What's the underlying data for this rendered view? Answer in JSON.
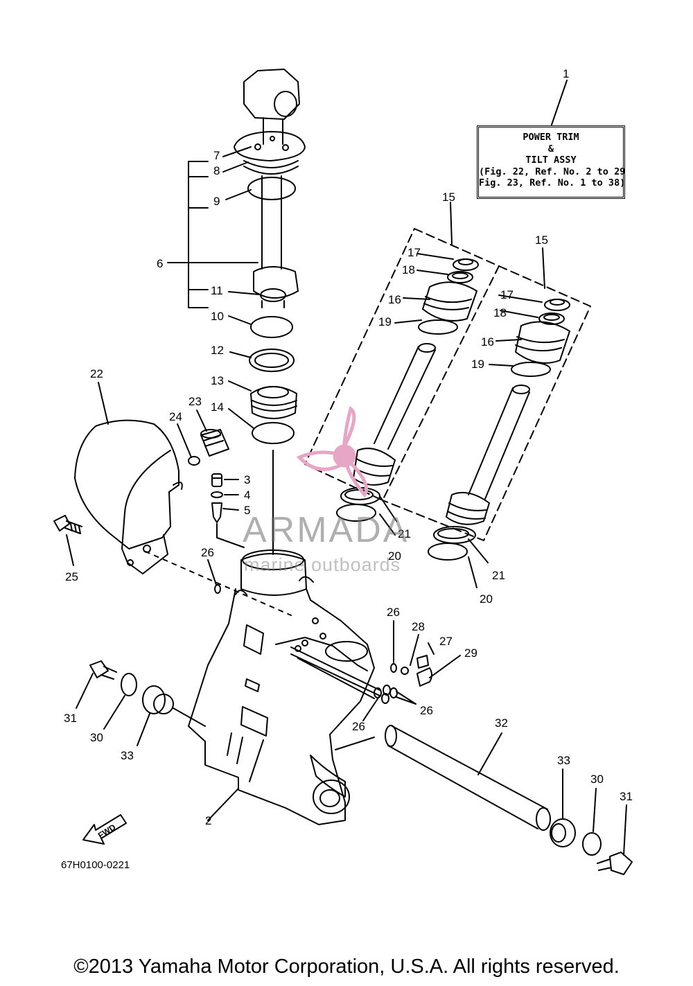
{
  "assy_box": {
    "line1": "POWER TRIM",
    "line2": "&",
    "line3": "TILT ASSY",
    "line4": "(Fig. 22, Ref. No. 2 to 29",
    "line5": "Fig. 23, Ref. No. 1 to 38)"
  },
  "callouts": {
    "c1": "1",
    "c2": "2",
    "c3": "3",
    "c4": "4",
    "c5": "5",
    "c6": "6",
    "c7": "7",
    "c8": "8",
    "c9": "9",
    "c10": "10",
    "c11": "11",
    "c12": "12",
    "c13": "13",
    "c14": "14",
    "c15a": "15",
    "c15b": "15",
    "c16a": "16",
    "c16b": "16",
    "c17a": "17",
    "c17b": "17",
    "c18a": "18",
    "c18b": "18",
    "c19a": "19",
    "c19b": "19",
    "c20a": "20",
    "c20b": "20",
    "c21a": "21",
    "c21b": "21",
    "c22": "22",
    "c23": "23",
    "c24": "24",
    "c25": "25",
    "c26a": "26",
    "c26b": "26",
    "c26c": "26",
    "c26d": "26",
    "c27": "27",
    "c28": "28",
    "c29": "29",
    "c30a": "30",
    "c30b": "30",
    "c31a": "31",
    "c31b": "31",
    "c32": "32",
    "c33a": "33",
    "c33b": "33"
  },
  "fwd_label": "FWD",
  "diagram_code": "67H0100-0221",
  "watermark": {
    "brand": "ARMADA",
    "tagline": "marine outboards",
    "color": "#e7a6c6"
  },
  "copyright": "©2013 Yamaha Motor Corporation, U.S.A. All rights reserved."
}
